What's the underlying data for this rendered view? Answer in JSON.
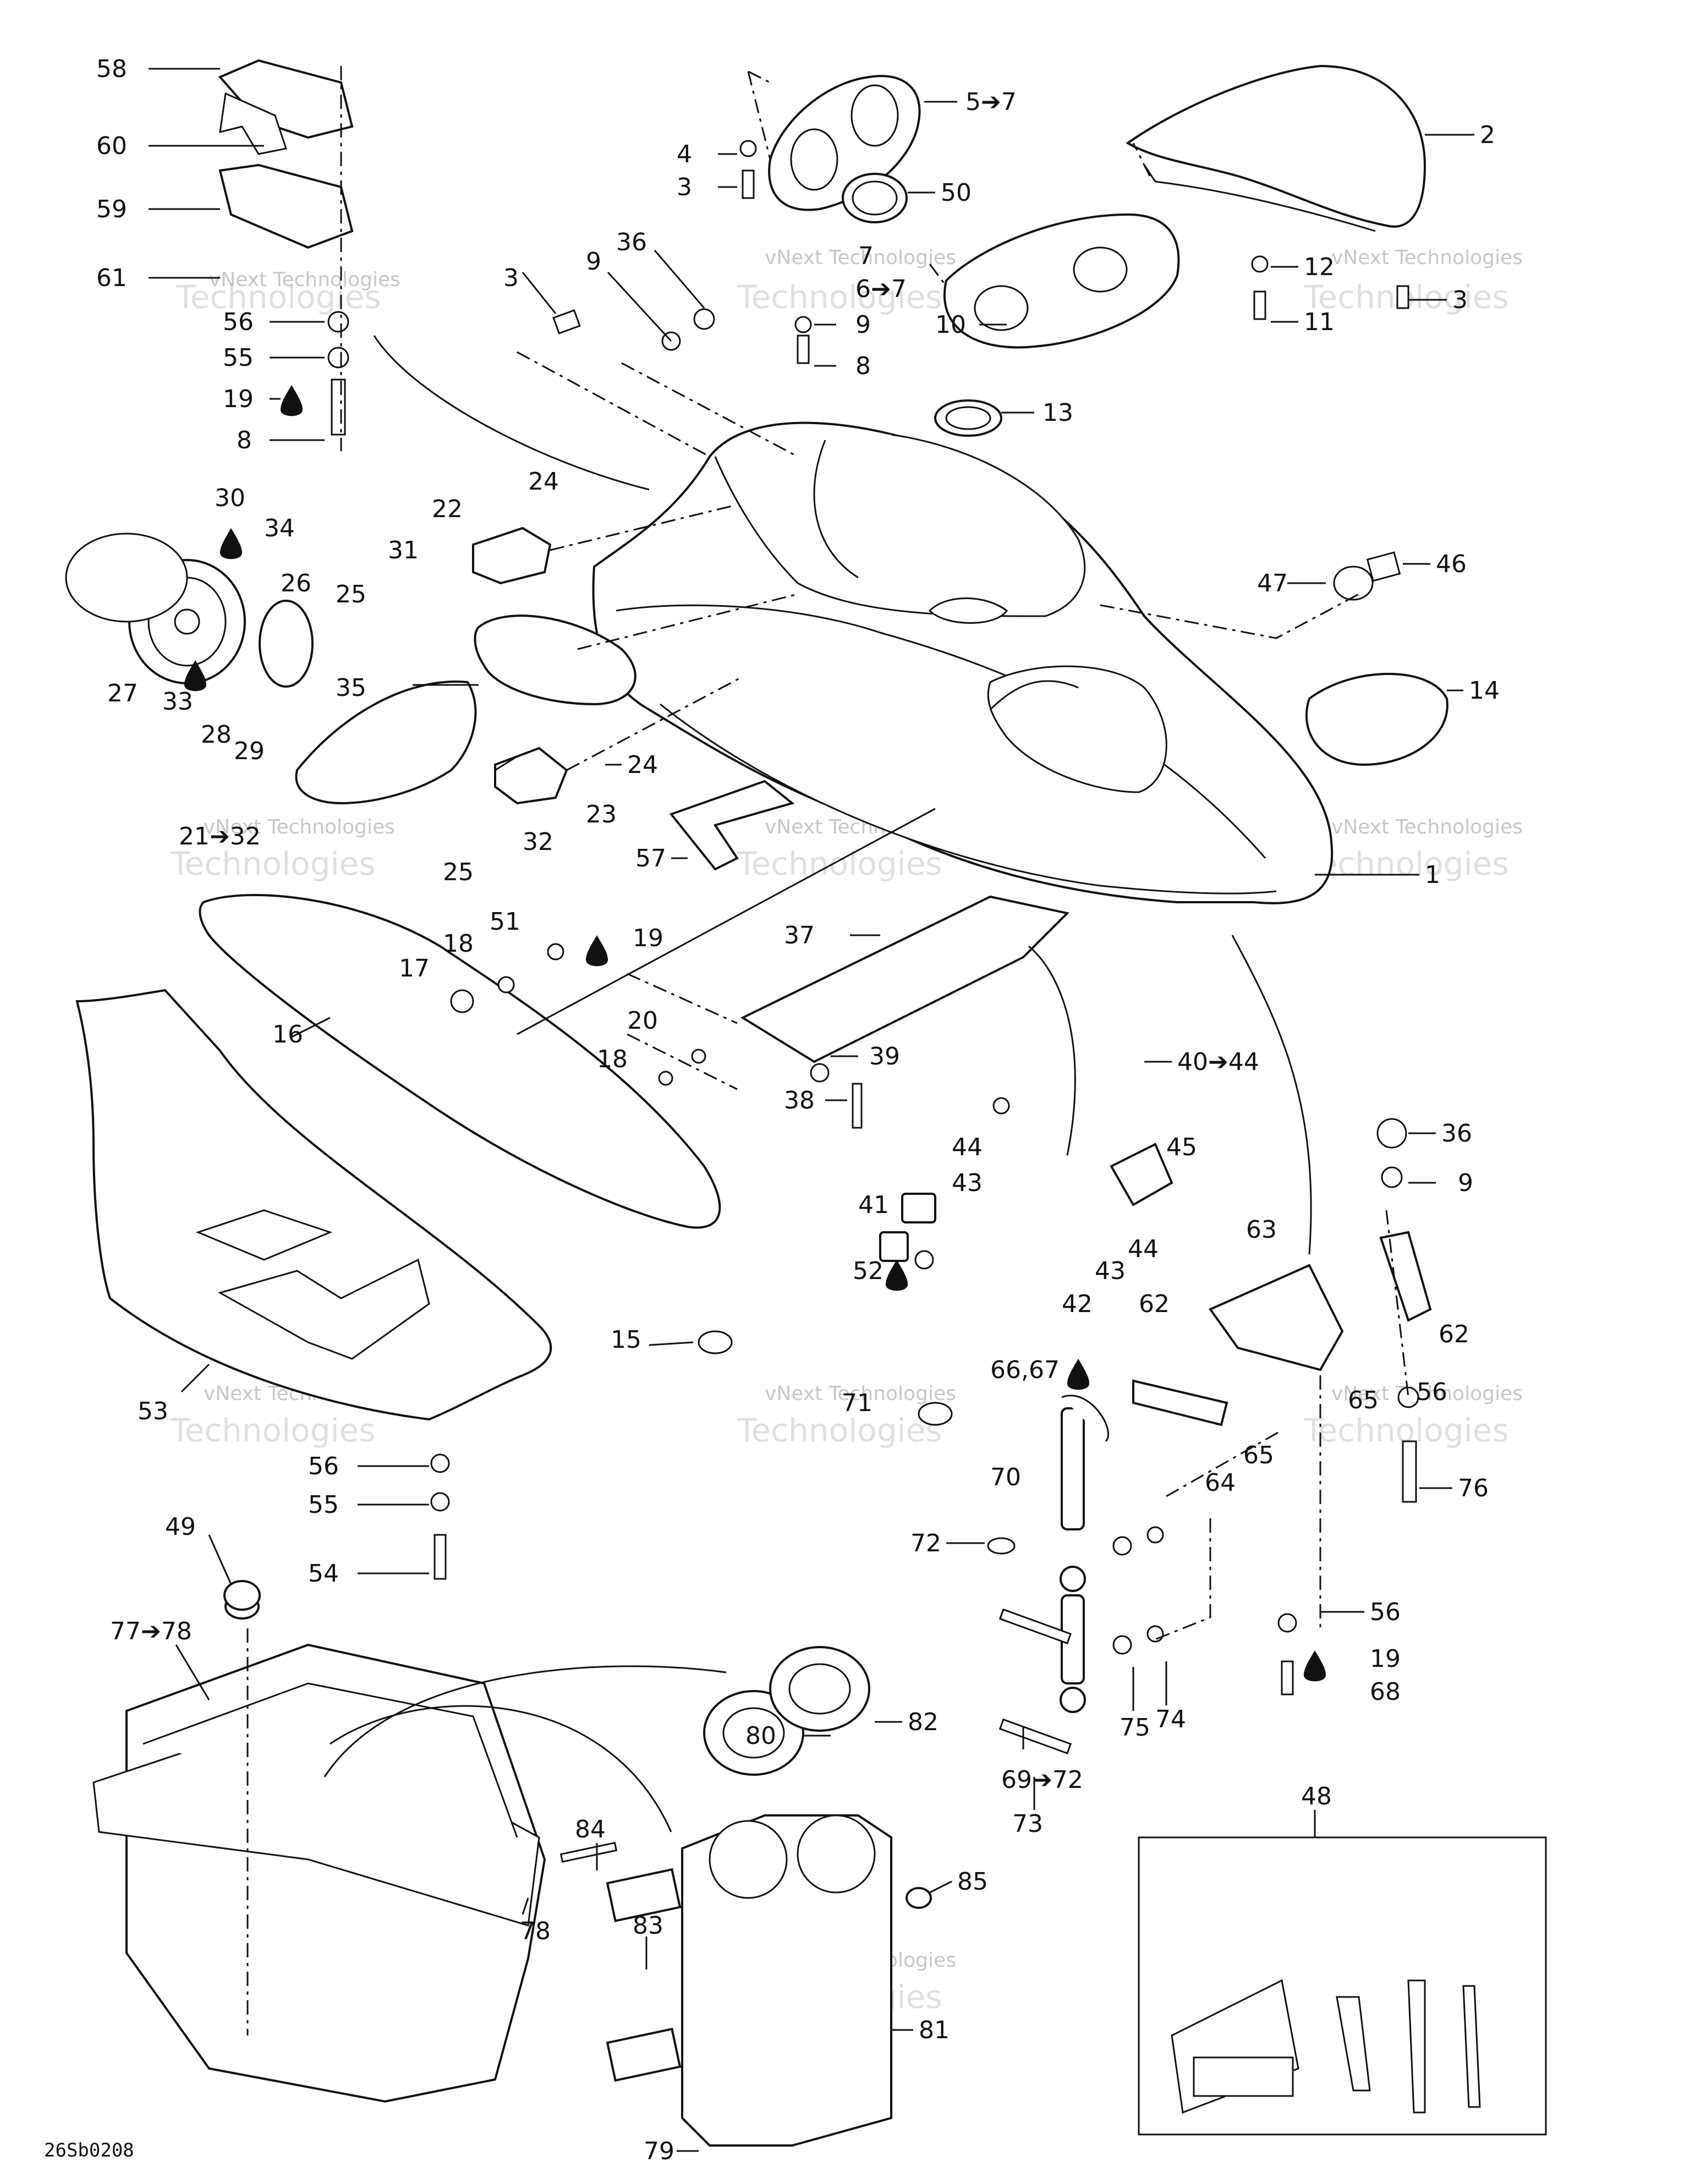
{
  "diagram_code": "26Sb0208",
  "watermark": {
    "line1": "vNext Technologies",
    "line2": "vNext",
    "line3": "Technologies"
  },
  "callouts": [
    {
      "id": "c58",
      "label": "58"
    },
    {
      "id": "c60",
      "label": "60"
    },
    {
      "id": "c59",
      "label": "59"
    },
    {
      "id": "c61",
      "label": "61"
    },
    {
      "id": "c56a",
      "label": "56"
    },
    {
      "id": "c55a",
      "label": "55"
    },
    {
      "id": "c19a",
      "label": "19"
    },
    {
      "id": "c8a",
      "label": "8"
    },
    {
      "id": "c4",
      "label": "4"
    },
    {
      "id": "c3a",
      "label": "3"
    },
    {
      "id": "c5-7",
      "label": "5➔7"
    },
    {
      "id": "c50",
      "label": "50"
    },
    {
      "id": "c7",
      "label": "7"
    },
    {
      "id": "c6-7",
      "label": "6➔7"
    },
    {
      "id": "c9a",
      "label": "9"
    },
    {
      "id": "c8b",
      "label": "8"
    },
    {
      "id": "c10",
      "label": "10"
    },
    {
      "id": "c2",
      "label": "2"
    },
    {
      "id": "c12",
      "label": "12"
    },
    {
      "id": "c3b",
      "label": "3"
    },
    {
      "id": "c11",
      "label": "11"
    },
    {
      "id": "c3c",
      "label": "3"
    },
    {
      "id": "c9b",
      "label": "9"
    },
    {
      "id": "c36a",
      "label": "36"
    },
    {
      "id": "c13",
      "label": "13"
    },
    {
      "id": "c30",
      "label": "30"
    },
    {
      "id": "c34",
      "label": "34"
    },
    {
      "id": "c22",
      "label": "22"
    },
    {
      "id": "c24a",
      "label": "24"
    },
    {
      "id": "c31",
      "label": "31"
    },
    {
      "id": "c26",
      "label": "26"
    },
    {
      "id": "c25a",
      "label": "25"
    },
    {
      "id": "c35",
      "label": "35"
    },
    {
      "id": "c27",
      "label": "27"
    },
    {
      "id": "c33",
      "label": "33"
    },
    {
      "id": "c28",
      "label": "28"
    },
    {
      "id": "c29",
      "label": "29"
    },
    {
      "id": "c24b",
      "label": "24"
    },
    {
      "id": "c23",
      "label": "23"
    },
    {
      "id": "c21-32",
      "label": "21➔32"
    },
    {
      "id": "c32",
      "label": "32"
    },
    {
      "id": "c25b",
      "label": "25"
    },
    {
      "id": "c57",
      "label": "57"
    },
    {
      "id": "c47",
      "label": "47"
    },
    {
      "id": "c46",
      "label": "46"
    },
    {
      "id": "c14",
      "label": "14"
    },
    {
      "id": "c1",
      "label": "1"
    },
    {
      "id": "c51",
      "label": "51"
    },
    {
      "id": "c19b",
      "label": "19"
    },
    {
      "id": "c18a",
      "label": "18"
    },
    {
      "id": "c17",
      "label": "17"
    },
    {
      "id": "c16",
      "label": "16"
    },
    {
      "id": "c20",
      "label": "20"
    },
    {
      "id": "c18b",
      "label": "18"
    },
    {
      "id": "c37",
      "label": "37"
    },
    {
      "id": "c39",
      "label": "39"
    },
    {
      "id": "c38",
      "label": "38"
    },
    {
      "id": "c40-44",
      "label": "40➔44"
    },
    {
      "id": "c44a",
      "label": "44"
    },
    {
      "id": "c43a",
      "label": "43"
    },
    {
      "id": "c45",
      "label": "45"
    },
    {
      "id": "c41",
      "label": "41"
    },
    {
      "id": "c44b",
      "label": "44"
    },
    {
      "id": "c52",
      "label": "52"
    },
    {
      "id": "c43b",
      "label": "43"
    },
    {
      "id": "c42",
      "label": "42"
    },
    {
      "id": "c36b",
      "label": "36"
    },
    {
      "id": "c9c",
      "label": "9"
    },
    {
      "id": "c63",
      "label": "63"
    },
    {
      "id": "c62a",
      "label": "62"
    },
    {
      "id": "c62b",
      "label": "62"
    },
    {
      "id": "c53",
      "label": "53"
    },
    {
      "id": "c15",
      "label": "15"
    },
    {
      "id": "c66-67",
      "label": "66,67"
    },
    {
      "id": "c71",
      "label": "71"
    },
    {
      "id": "c65a",
      "label": "65"
    },
    {
      "id": "c56b",
      "label": "56"
    },
    {
      "id": "c65b",
      "label": "65"
    },
    {
      "id": "c64",
      "label": "64"
    },
    {
      "id": "c70",
      "label": "70"
    },
    {
      "id": "c76",
      "label": "76"
    },
    {
      "id": "c56c",
      "label": "56"
    },
    {
      "id": "c55b",
      "label": "55"
    },
    {
      "id": "c54",
      "label": "54"
    },
    {
      "id": "c72",
      "label": "72"
    },
    {
      "id": "c49",
      "label": "49"
    },
    {
      "id": "c77-78",
      "label": "77➔78"
    },
    {
      "id": "c56d",
      "label": "56"
    },
    {
      "id": "c19c",
      "label": "19"
    },
    {
      "id": "c68",
      "label": "68"
    },
    {
      "id": "c75",
      "label": "75"
    },
    {
      "id": "c74",
      "label": "74"
    },
    {
      "id": "c80",
      "label": "80"
    },
    {
      "id": "c82",
      "label": "82"
    },
    {
      "id": "c69-72",
      "label": "69➔72"
    },
    {
      "id": "c73",
      "label": "73"
    },
    {
      "id": "c48",
      "label": "48"
    },
    {
      "id": "c84",
      "label": "84"
    },
    {
      "id": "c85",
      "label": "85"
    },
    {
      "id": "c83",
      "label": "83"
    },
    {
      "id": "c78",
      "label": "78"
    },
    {
      "id": "c81",
      "label": "81"
    },
    {
      "id": "c79",
      "label": "79"
    }
  ]
}
